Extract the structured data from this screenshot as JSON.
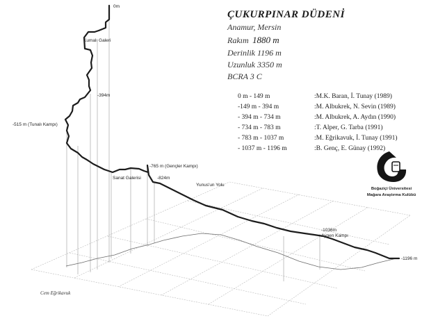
{
  "title": {
    "name": "ÇUKURPINAR DÜDENİ",
    "location": "Anamur, Mersin",
    "elevation_label": "Rakım",
    "elevation_value": "1880 m",
    "depth": "Derinlik 1196 m",
    "length": "Uzunluk 3350 m",
    "grade": "BCRA 3 C"
  },
  "history": [
    {
      "range": "0 m - 149 m",
      "team": ":M.K. Baran, İ. Tunay (1989)"
    },
    {
      "range": "-149 m - 394 m",
      "team": ":M. Albukrek, N. Sevin (1989)"
    },
    {
      "range": "- 394 m - 734 m",
      "team": ":M. Albukrek, A. Aydın (1990)"
    },
    {
      "range": "- 734 m - 783 m",
      "team": ":T. Alper, G. Tarba (1991)"
    },
    {
      "range": "- 783 m - 1037 m",
      "team": ":M. Eğrikavuk, İ. Tunay (1991)"
    },
    {
      "range": "- 1037 m - 1196 m",
      "team": ":B. Genç, E. Günay (1992)"
    }
  ],
  "labels": {
    "entrance": "0m",
    "kumali": "Kumalı Galeri",
    "d394": "-394m",
    "tunali": "-515 m (Tunalı Kampı)",
    "gencler": "-765 m (Gençler Kampı)",
    "sanat": "Sanat Galerisi",
    "d824": "-824m",
    "yunus": "Yunus'un Yolu",
    "d1036": "-1036m",
    "aygen": "Aygen Kampı",
    "bottom": "-1196 m"
  },
  "org": {
    "line1": "Boğaziçi Üniversitesi",
    "line2": "Mağara Araştırma Kulübü"
  },
  "signature": "Cem Eğrikavuk"
}
